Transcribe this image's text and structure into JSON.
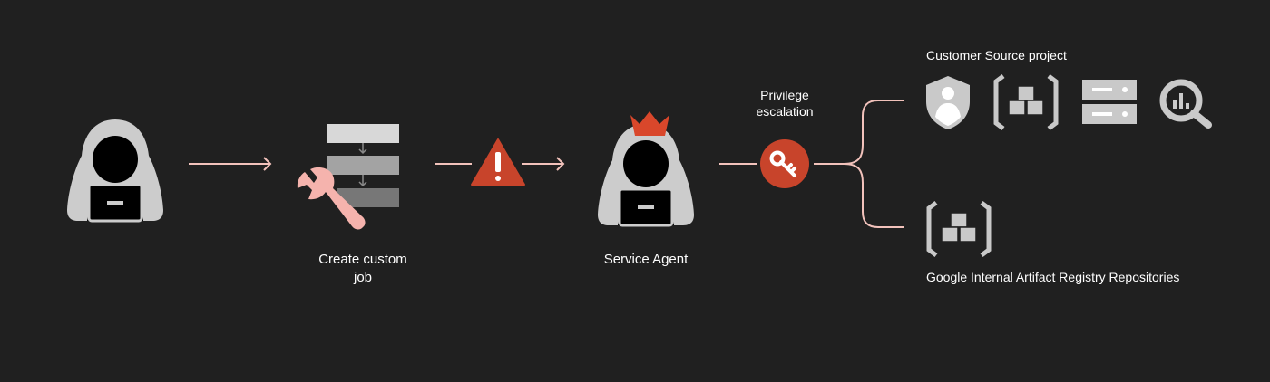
{
  "diagram": {
    "labels": {
      "create_job_line1": "Create custom",
      "create_job_line2": "job",
      "service_agent": "Service Agent",
      "privilege_line1": "Privilege",
      "privilege_line2": "escalation",
      "customer_project": "Customer Source project",
      "google_internal": "Google Internal Artifact Registry Repositories"
    },
    "colors": {
      "background": "#202020",
      "figure": "#cccccc",
      "arrow": "#f2c2bb",
      "warning": "#c8442b",
      "crown": "#d9472b",
      "wrench": "#f5b3ad",
      "key_circle": "#c8442b",
      "service_icon": "#c9c9c9"
    },
    "icons": [
      "attacker-icon",
      "custom-job-icon",
      "warning-icon",
      "service-agent-icon",
      "key-icon",
      "iam-shield-icon",
      "artifact-registry-icon",
      "storage-icon",
      "bigquery-icon"
    ]
  }
}
